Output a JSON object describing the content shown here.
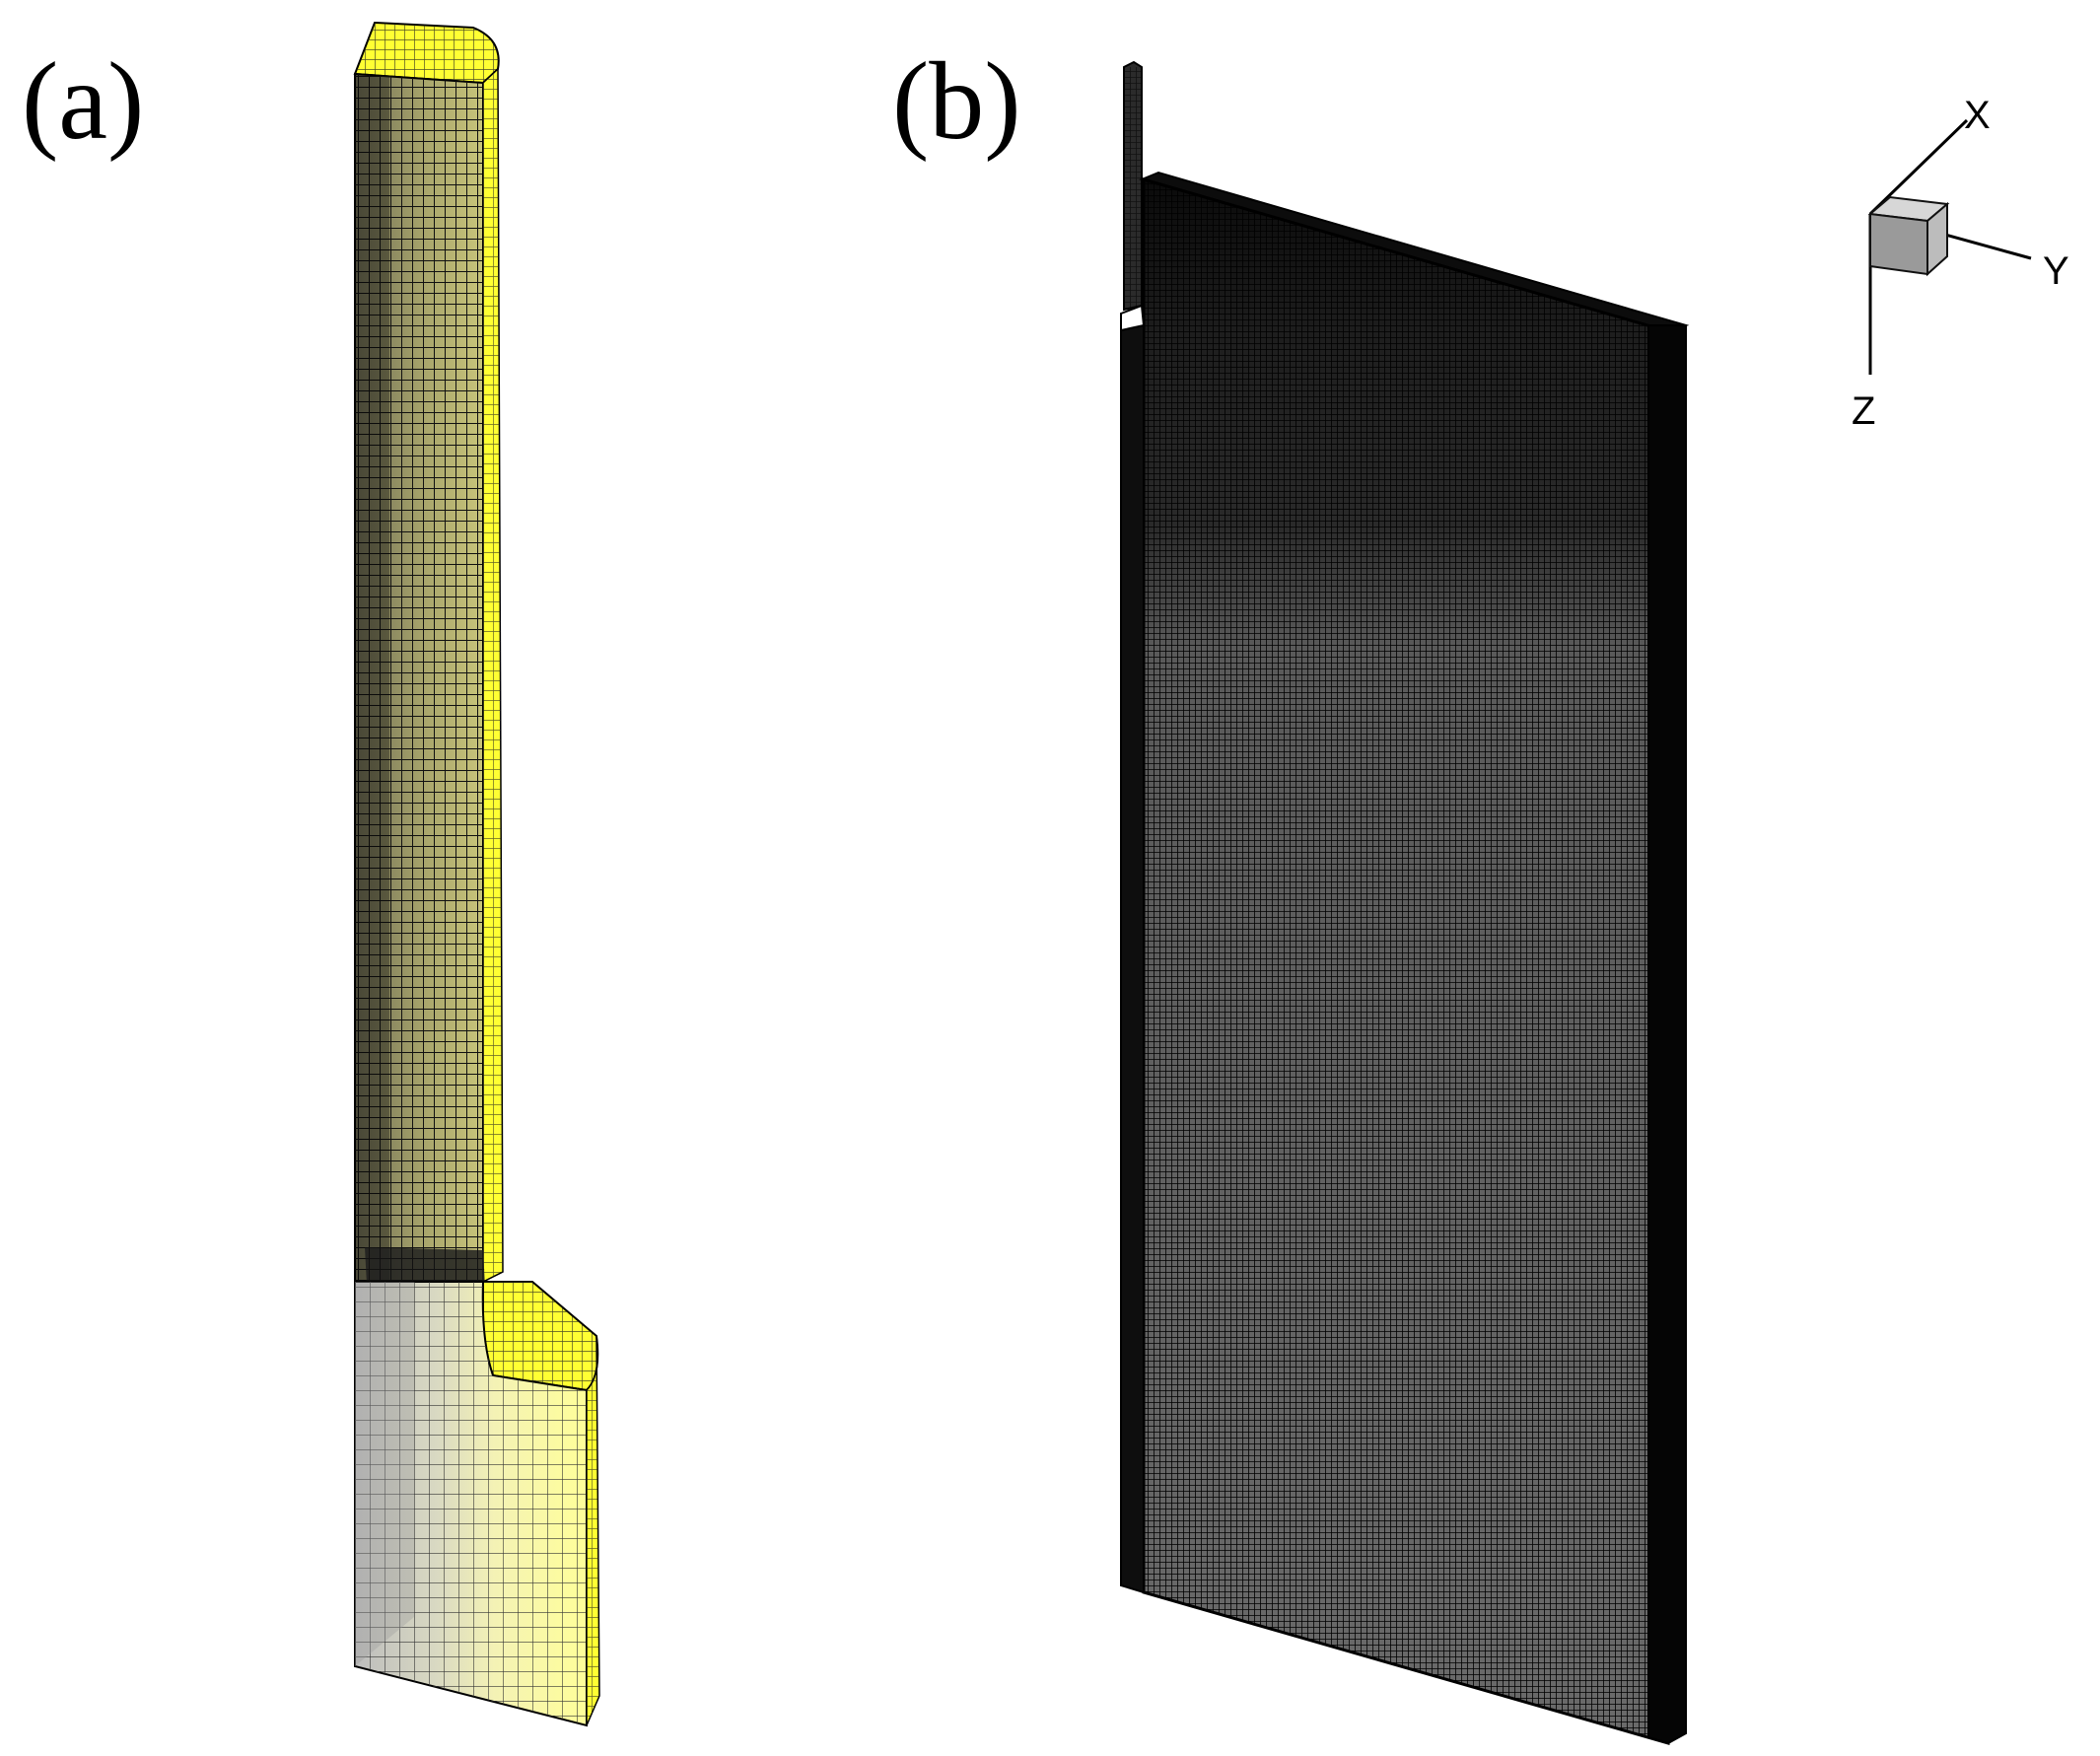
{
  "panels": [
    {
      "id": "a",
      "label": "(a)"
    },
    {
      "id": "b",
      "label": "(b)"
    }
  ],
  "axes_triad": {
    "x_label": "X",
    "y_label": "Y",
    "z_label": "Z"
  },
  "colors": {
    "mesh_yellow": "#ffff33",
    "mesh_shaded_yellow": "#a6a266",
    "mesh_lines": "#111111",
    "fine_mesh": "#1b1b1b",
    "background": "#ffffff"
  }
}
